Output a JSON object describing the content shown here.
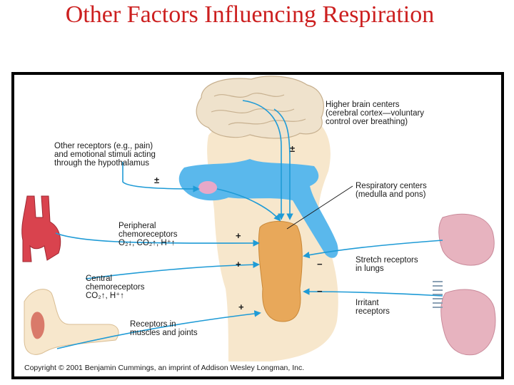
{
  "title": "Other Factors Influencing Respiration",
  "labels": {
    "higher_brain": [
      "Higher brain centers",
      "(cerebral cortex—voluntary",
      "control over breathing)"
    ],
    "other_receptors": [
      "Other receptors (e.g., pain)",
      "and emotional stimuli acting",
      "through the hypothalamus"
    ],
    "respiratory_centers": [
      "Respiratory centers",
      "(medulla and pons)"
    ],
    "peripheral": [
      "Peripheral",
      "chemoreceptors",
      "O₂↓, CO₂↑, H⁺↑"
    ],
    "stretch": [
      "Stretch receptors",
      "in lungs"
    ],
    "central": [
      "Central",
      "chemoreceptors",
      "CO₂↑, H⁺↑"
    ],
    "irritant": [
      "Irritant",
      "receptors"
    ],
    "muscles": [
      "Receptors in",
      "muscles and joints"
    ]
  },
  "signs": {
    "pm_brain": "±",
    "pm_hypothalamus": "±",
    "plus_peripheral": "+",
    "plus_central": "+",
    "minus_stretch": "−",
    "minus_irritant": "−",
    "plus_muscles": "+"
  },
  "copyright": "Copyright © 2001 Benjamin Cummings, an imprint of Addison Wesley Longman, Inc.",
  "colors": {
    "arrow": "#1f9bd6",
    "brainstem": "#5ab8ec",
    "respiratory_center": "#e8a85a",
    "body": "#f7e7cc",
    "lung": "#e7b3bf",
    "aorta": "#d9434e",
    "title": "#cc1f1f"
  }
}
